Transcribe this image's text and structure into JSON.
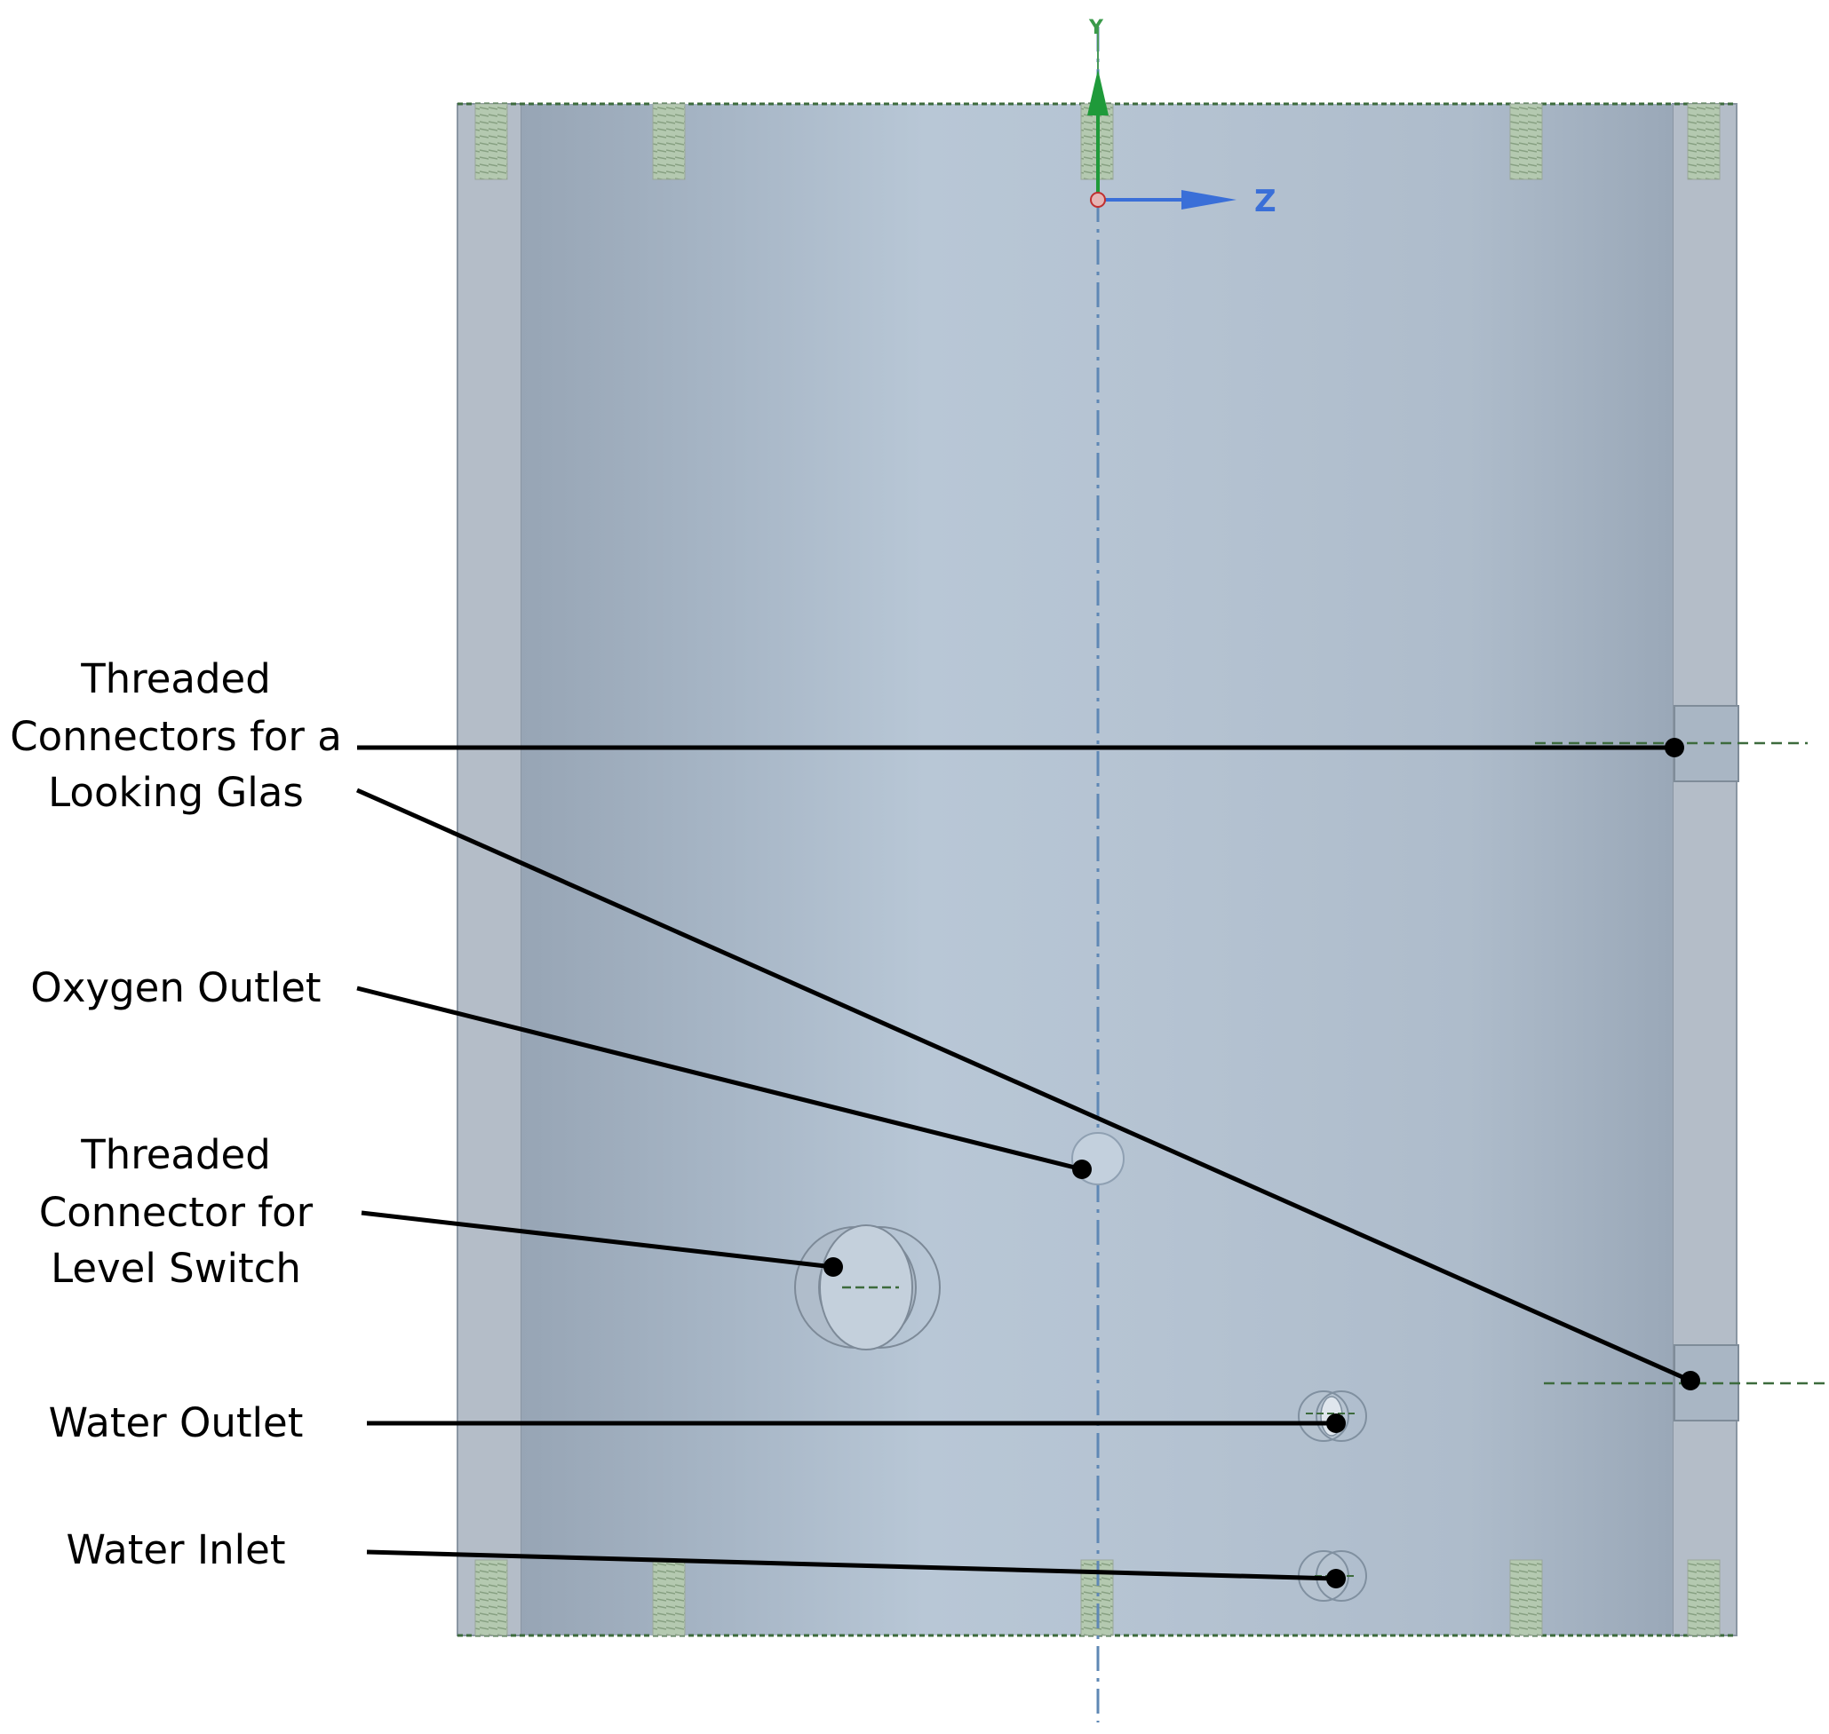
{
  "labels": {
    "looking_glass": [
      "Threaded",
      "Connectors for a",
      "Looking Glas"
    ],
    "oxygen_outlet": [
      "Oxygen Outlet"
    ],
    "level_switch": [
      "Threaded",
      "Connector for",
      "Level Switch"
    ],
    "water_outlet": [
      "Water Outlet"
    ],
    "water_inlet": [
      "Water Inlet"
    ]
  },
  "axis": {
    "z_label": "Z",
    "y_label": "Y"
  },
  "colors": {
    "body_light": "#b7c5d4",
    "body_dark": "#97a6b6",
    "flange": "#b3bcc6",
    "thread": "#a9c0a4",
    "leader": "#000000",
    "centerline": "#5f88b5",
    "y_axis": "#1f9a3a",
    "z_axis": "#3a6fd8",
    "dashed_green": "#3d6b3d"
  }
}
